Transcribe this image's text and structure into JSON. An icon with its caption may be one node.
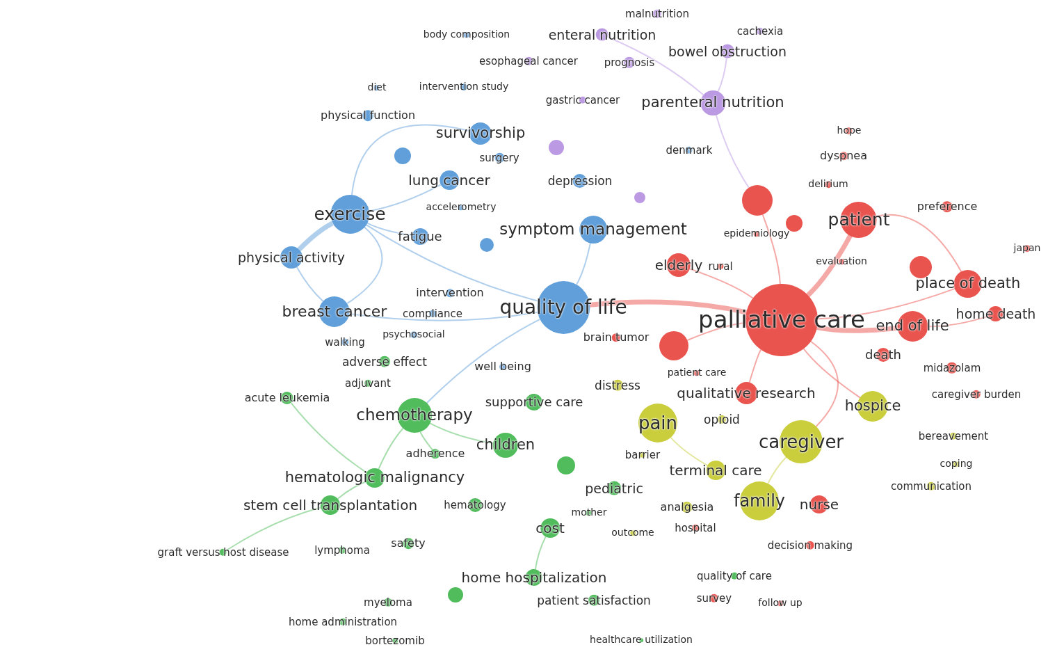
{
  "diagram": {
    "nodes": [
      {
        "text": [
          "malnutrition"
        ]
      },
      {
        "text": [
          "enteral nutrition"
        ]
      },
      {
        "text": [
          "cachexia"
        ]
      },
      {
        "text": [
          "esophageal cancer"
        ]
      },
      {
        "text": [
          "prognosis"
        ]
      },
      {
        "text": [
          "bowel obstruction"
        ]
      },
      {
        "text": [
          "gastric cancer"
        ]
      },
      {
        "text": [
          "parenteral nutrition"
        ]
      },
      {
        "text": [
          "body composition"
        ]
      },
      {
        "text": [
          "diet"
        ]
      },
      {
        "text": [
          "intervention study"
        ]
      },
      {
        "text": [
          "physical function"
        ]
      },
      {
        "text": [
          "survivorship"
        ]
      },
      {
        "text": [
          "surgery"
        ]
      },
      {
        "text": [
          "lung cancer"
        ]
      },
      {
        "text": [
          "depression"
        ]
      },
      {
        "text": [
          "accelerometry"
        ]
      },
      {
        "text": [
          "exercise"
        ]
      },
      {
        "text": [
          "fatigue"
        ]
      },
      {
        "text": [
          "symptom management"
        ]
      },
      {
        "text": [
          "denmark"
        ]
      },
      {
        "text": [
          "physical activity"
        ]
      },
      {
        "text": [
          "intervention"
        ]
      },
      {
        "text": [
          "breast cancer"
        ]
      },
      {
        "text": [
          "compliance"
        ]
      },
      {
        "text": [
          "quality of life"
        ]
      },
      {
        "text": [
          "psychosocial"
        ]
      },
      {
        "text": [
          "walking"
        ]
      },
      {
        "text": [
          "well being"
        ]
      },
      {
        "text": [
          "hope"
        ]
      },
      {
        "text": [
          "dyspnea"
        ]
      },
      {
        "text": [
          "delirium"
        ]
      },
      {
        "text": [
          "preference"
        ]
      },
      {
        "text": [
          "patient"
        ]
      },
      {
        "text": [
          "epidemiology"
        ]
      },
      {
        "text": [
          "japan"
        ]
      },
      {
        "text": [
          "elderly"
        ]
      },
      {
        "text": [
          "rural"
        ]
      },
      {
        "text": [
          "evaluation"
        ]
      },
      {
        "text": [
          "place of death"
        ]
      },
      {
        "text": [
          "palliative care"
        ]
      },
      {
        "text": [
          "home death"
        ]
      },
      {
        "text": [
          "end of life"
        ]
      },
      {
        "text": [
          "brain tumor"
        ]
      },
      {
        "text": [
          "death"
        ]
      },
      {
        "text": [
          "midazolam"
        ]
      },
      {
        "text": [
          "patient care"
        ]
      },
      {
        "text": [
          "qualitative research"
        ]
      },
      {
        "text": [
          "caregiver burden"
        ]
      },
      {
        "text": [
          "distress"
        ]
      },
      {
        "text": [
          "hospice"
        ]
      },
      {
        "text": [
          "pain"
        ]
      },
      {
        "text": [
          "opioid"
        ]
      },
      {
        "text": [
          "caregiver"
        ]
      },
      {
        "text": [
          "bereavement"
        ]
      },
      {
        "text": [
          "barrier"
        ]
      },
      {
        "text": [
          "coping"
        ]
      },
      {
        "text": [
          "terminal care"
        ]
      },
      {
        "text": [
          "communication"
        ]
      },
      {
        "text": [
          "analgesia"
        ]
      },
      {
        "text": [
          "family"
        ]
      },
      {
        "text": [
          "nurse"
        ]
      },
      {
        "text": [
          "hospital"
        ]
      },
      {
        "text": [
          "outcome"
        ]
      },
      {
        "text": [
          "decision making"
        ]
      },
      {
        "text": [
          "quality of care"
        ]
      },
      {
        "text": [
          "survey"
        ]
      },
      {
        "text": [
          "follow up"
        ]
      },
      {
        "text": [
          "acute leukemia"
        ]
      },
      {
        "text": [
          "adverse effect"
        ]
      },
      {
        "text": [
          "adjuvant"
        ]
      },
      {
        "text": [
          "supportive care"
        ]
      },
      {
        "text": [
          "chemotherapy"
        ]
      },
      {
        "text": [
          "children"
        ]
      },
      {
        "text": [
          "adherence"
        ]
      },
      {
        "text": [
          "hematologic malignancy"
        ]
      },
      {
        "text": [
          "pediatric"
        ]
      },
      {
        "text": [
          "stem cell transplantation"
        ]
      },
      {
        "text": [
          "hematology"
        ]
      },
      {
        "text": [
          "mother"
        ]
      },
      {
        "text": [
          "cost"
        ]
      },
      {
        "text": [
          "safety"
        ]
      },
      {
        "text": [
          "graft versus host disease"
        ]
      },
      {
        "text": [
          "lymphoma"
        ]
      },
      {
        "text": [
          "home hospitalization"
        ]
      },
      {
        "text": [
          "patient satisfaction"
        ]
      },
      {
        "text": [
          "myeloma"
        ]
      },
      {
        "text": [
          "home administration"
        ]
      },
      {
        "text": [
          "bortezomib"
        ]
      },
      {
        "text": [
          "healthcare utilization"
        ]
      },
      {
        "text": [],
        "shape": "circle"
      },
      {
        "text": [],
        "shape": "circle"
      },
      {
        "text": [],
        "shape": "circle"
      },
      {
        "text": [],
        "shape": "circle"
      },
      {
        "text": [],
        "shape": "circle"
      },
      {
        "text": [],
        "shape": "circle"
      },
      {
        "text": [],
        "shape": "circle"
      },
      {
        "text": [],
        "shape": "circle"
      },
      {
        "text": [],
        "shape": "circle"
      },
      {
        "text": [],
        "shape": "circle"
      }
    ],
    "edges": [
      {
        "from": 40,
        "to": 25,
        "arrow": "none",
        "style": "thick",
        "color": "#e8413c"
      },
      {
        "from": 40,
        "to": 33,
        "arrow": "none",
        "style": "thick",
        "color": "#e8413c"
      },
      {
        "from": 40,
        "to": 42,
        "arrow": "none",
        "style": "thick",
        "color": "#e8413c"
      },
      {
        "from": 17,
        "to": 21,
        "arrow": "none",
        "style": "thick",
        "color": "#4f95d6"
      },
      {
        "from": 40,
        "to": 53,
        "arrow": "none",
        "color": "#e8413c"
      },
      {
        "from": 40,
        "to": 50,
        "arrow": "none",
        "color": "#e8413c"
      },
      {
        "from": 40,
        "to": 39,
        "arrow": "none",
        "color": "#e8413c"
      },
      {
        "from": 40,
        "to": 36,
        "arrow": "none",
        "color": "#e8413c"
      },
      {
        "from": 40,
        "to": 92,
        "arrow": "none",
        "color": "#e8413c"
      },
      {
        "from": 40,
        "to": 93,
        "arrow": "none",
        "color": "#e8413c"
      },
      {
        "from": 40,
        "to": 47,
        "arrow": "none",
        "color": "#e8413c"
      },
      {
        "from": 33,
        "to": 39,
        "arrow": "none",
        "color": "#e8413c"
      },
      {
        "from": 42,
        "to": 41,
        "arrow": "none",
        "color": "#e8413c"
      },
      {
        "from": 17,
        "to": 23,
        "arrow": "none",
        "color": "#4f95d6"
      },
      {
        "from": 17,
        "to": 25,
        "arrow": "none",
        "color": "#4f95d6"
      },
      {
        "from": 17,
        "to": 18,
        "arrow": "none",
        "color": "#4f95d6"
      },
      {
        "from": 17,
        "to": 14,
        "arrow": "none",
        "color": "#4f95d6"
      },
      {
        "from": 17,
        "to": 12,
        "arrow": "none",
        "color": "#4f95d6"
      },
      {
        "from": 21,
        "to": 23,
        "arrow": "none",
        "color": "#4f95d6"
      },
      {
        "from": 23,
        "to": 25,
        "arrow": "none",
        "color": "#4f95d6"
      },
      {
        "from": 25,
        "to": 19,
        "arrow": "none",
        "color": "#4f95d6"
      },
      {
        "from": 25,
        "to": 72,
        "arrow": "none",
        "color": "#4f95d6"
      },
      {
        "from": 72,
        "to": 74,
        "arrow": "none",
        "color": "#3db54a"
      },
      {
        "from": 7,
        "to": 92,
        "arrow": "none",
        "color": "#b48ee0"
      },
      {
        "from": 7,
        "to": 5,
        "arrow": "none",
        "color": "#b48ee0"
      },
      {
        "from": 7,
        "to": 1,
        "arrow": "none",
        "color": "#b48ee0"
      },
      {
        "from": 68,
        "to": 75,
        "arrow": "none",
        "color": "#3db54a"
      },
      {
        "from": 75,
        "to": 77,
        "arrow": "none",
        "color": "#3db54a"
      },
      {
        "from": 77,
        "to": 82,
        "arrow": "none",
        "color": "#3db54a"
      },
      {
        "from": 72,
        "to": 73,
        "arrow": "none",
        "color": "#3db54a"
      },
      {
        "from": 72,
        "to": 75,
        "arrow": "none",
        "color": "#3db54a"
      },
      {
        "from": 53,
        "to": 60,
        "arrow": "none",
        "color": "#c4c928"
      },
      {
        "from": 51,
        "to": 57,
        "arrow": "none",
        "color": "#c4c928"
      },
      {
        "from": 80,
        "to": 84,
        "arrow": "none",
        "color": "#3db54a"
      }
    ]
  }
}
